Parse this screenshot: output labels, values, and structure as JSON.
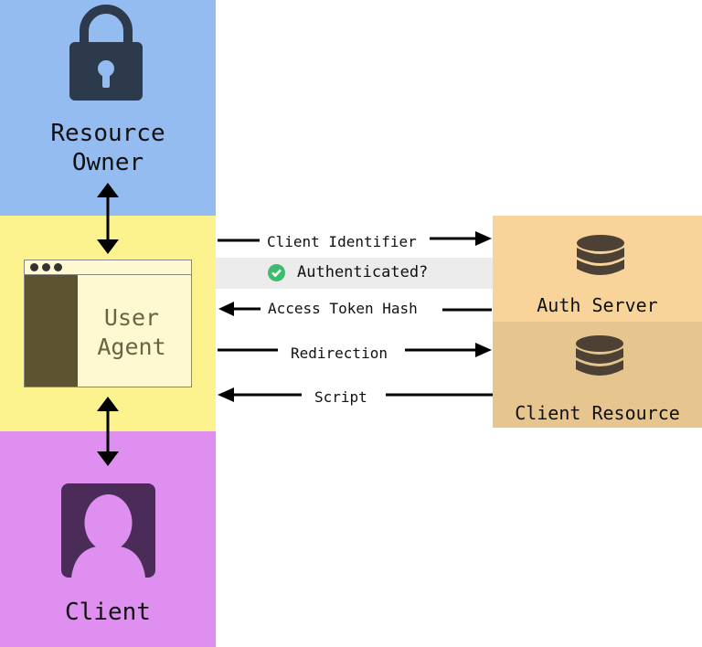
{
  "actors": {
    "resource_owner": "Resource\nOwner",
    "user_agent": "User\nAgent",
    "client": "Client"
  },
  "servers": {
    "auth_server": "Auth Server",
    "client_resource": "Client Resource"
  },
  "flows": {
    "client_identifier": "Client Identifier",
    "authenticated": "Authenticated?",
    "access_token_hash": "Access Token Hash",
    "redirection": "Redirection",
    "script": "Script"
  },
  "colors": {
    "resource_owner_panel": "#94bcf0",
    "user_agent_panel": "#fcf38e",
    "client_panel": "#df8ff0",
    "auth_server_panel": "#f8d39a",
    "client_resource_panel": "#e6c68e",
    "check": "#3cbc6c"
  },
  "icons": {
    "resource_owner": "lock-icon",
    "client": "user-icon",
    "auth_server": "database-icon",
    "client_resource": "database-icon",
    "authenticated": "check-circle-icon"
  }
}
